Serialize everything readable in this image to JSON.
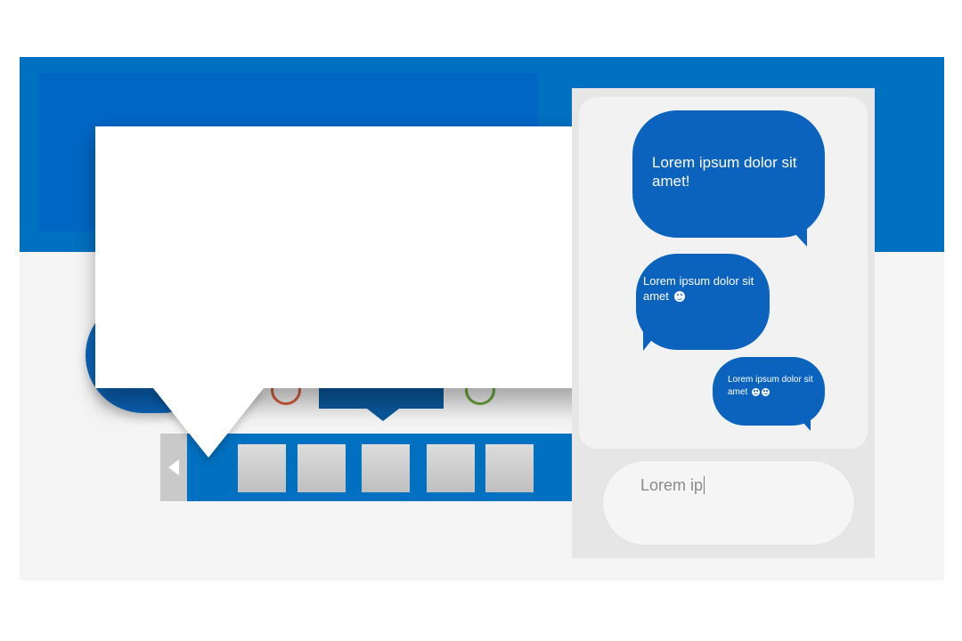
{
  "colors": {
    "accent_blue": "#0070c0",
    "bubble_blue": "#0b63bd",
    "panel_gray": "#e6e6e6",
    "background": "#f5f5f5",
    "status_red": "#d9603a",
    "status_green": "#6aa83a"
  },
  "chat": {
    "messages": [
      {
        "text": "Lorem ipsum dolor sit amet!",
        "icons": []
      },
      {
        "text": "Lorem ipsum dolor sit amet",
        "icons": [
          "smiley-icon"
        ]
      },
      {
        "text": "Lorem ipsum dolor sit amet",
        "icons": [
          "smiley-icon",
          "dizzy-face-icon"
        ]
      }
    ],
    "input": {
      "value": "Lorem ip"
    }
  },
  "strip": {
    "prev_icon": "chevron-left-icon",
    "thumbnail_count": 5
  }
}
